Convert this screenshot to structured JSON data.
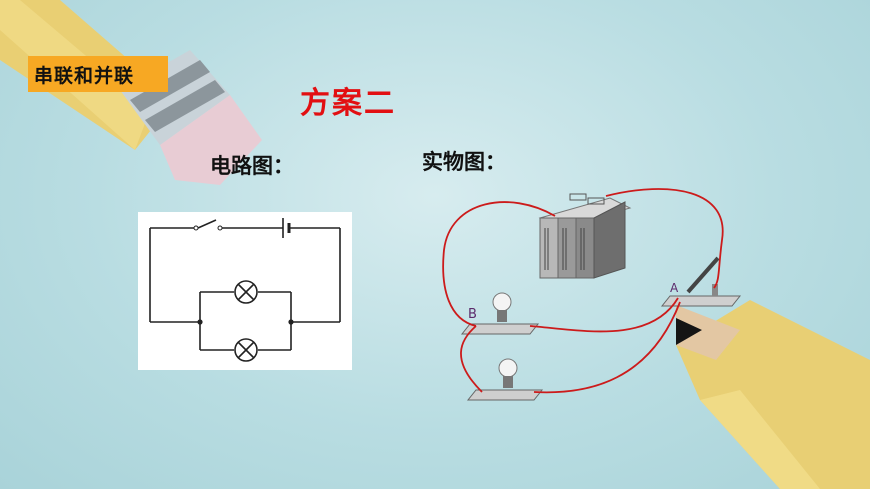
{
  "section_tag": "串联和并联",
  "slide_title": "方案二",
  "circuit_diagram_label": "电路图：",
  "physical_diagram_label": "实物图：",
  "physical_markers": {
    "a": "A",
    "b": "B"
  },
  "colors": {
    "title": "#e20f12",
    "tag_bg": "#f7a823",
    "wire": "#cc1b1b",
    "background": "#b9dde2"
  }
}
